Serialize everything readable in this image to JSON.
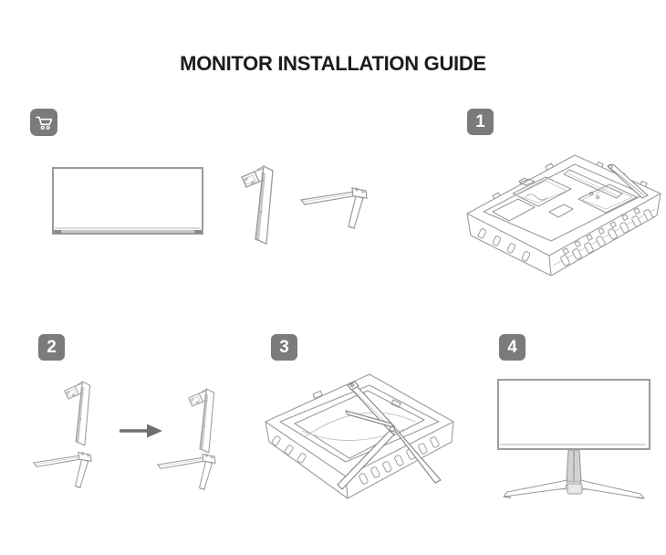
{
  "title": "MONITOR INSTALLATION GUIDE",
  "parts_row": {
    "cart_icon": "shopping-cart",
    "items": [
      {
        "name": "monitor-panel"
      },
      {
        "name": "stand-neck"
      },
      {
        "name": "stand-base"
      }
    ]
  },
  "steps": [
    {
      "number": "1",
      "name": "foam-box-with-packed-parts"
    },
    {
      "number": "2",
      "name": "attach-stand-neck-to-base"
    },
    {
      "number": "3",
      "name": "attach-stand-to-monitor-in-box"
    },
    {
      "number": "4",
      "name": "assembled-monitor-front-view"
    }
  ],
  "colors": {
    "badge_gray": "#7b7b7b",
    "line_art_gray": "#9b9b9b",
    "line_art_dark": "#8a8a8a",
    "title_text": "#1c1c1c",
    "arrow_gray": "#6f6f6f"
  }
}
